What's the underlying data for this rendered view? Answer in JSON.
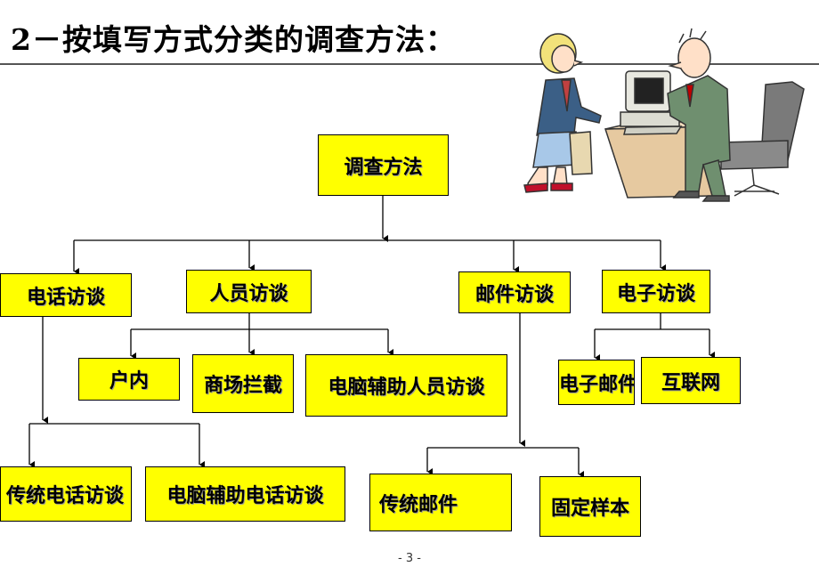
{
  "title": "2－按填写方式分类的调查方法：",
  "boxes": {
    "root": "调查方法",
    "phone": "电话访谈",
    "personal": "人员访谈",
    "mail": "邮件访谈",
    "electronic": "电子访谈",
    "household": "户内",
    "mall_intercept": "商场拦截",
    "capi": "电脑辅助人员访谈",
    "email": "电子邮件",
    "internet": "互联网",
    "traditional_phone": "传统电话访谈",
    "cati": "电脑辅助电话访谈",
    "traditional_mail": "传统邮件",
    "fixed_sample": "固定样本"
  },
  "page_number": "- 3 -",
  "colors": {
    "box_fill": "#ffff00",
    "line": "#000000"
  },
  "illustration": "two-people-at-computer-clipart"
}
